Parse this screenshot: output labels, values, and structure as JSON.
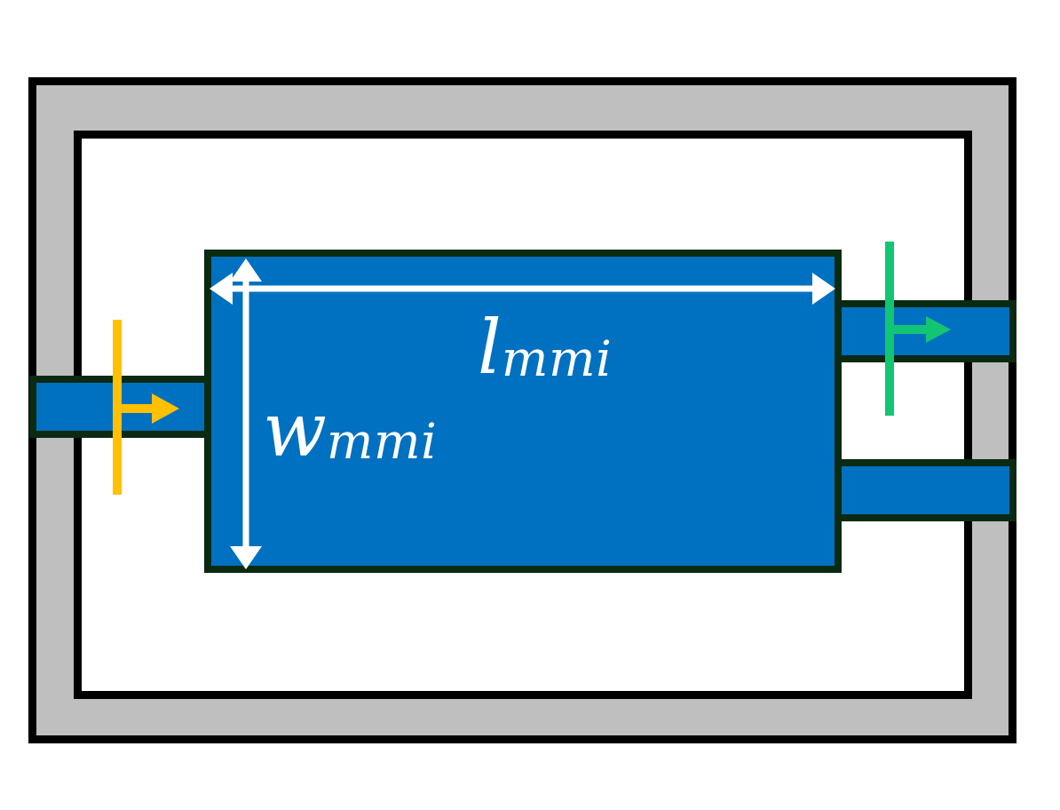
{
  "diagram": {
    "labels": {
      "mmi_length": {
        "base": "l",
        "subscript": "mmi"
      },
      "mmi_width": {
        "base": "w",
        "subscript": "mmi"
      }
    },
    "colors": {
      "waveguide_fill": "#0070c0",
      "waveguide_border": "#0a2a12",
      "frame_fill": "#bfbfbf",
      "frame_border": "#000000",
      "dimension_arrow": "#ffffff",
      "input_marker": "#ffc000",
      "output_marker": "#12c573",
      "background": "#ffffff"
    }
  }
}
